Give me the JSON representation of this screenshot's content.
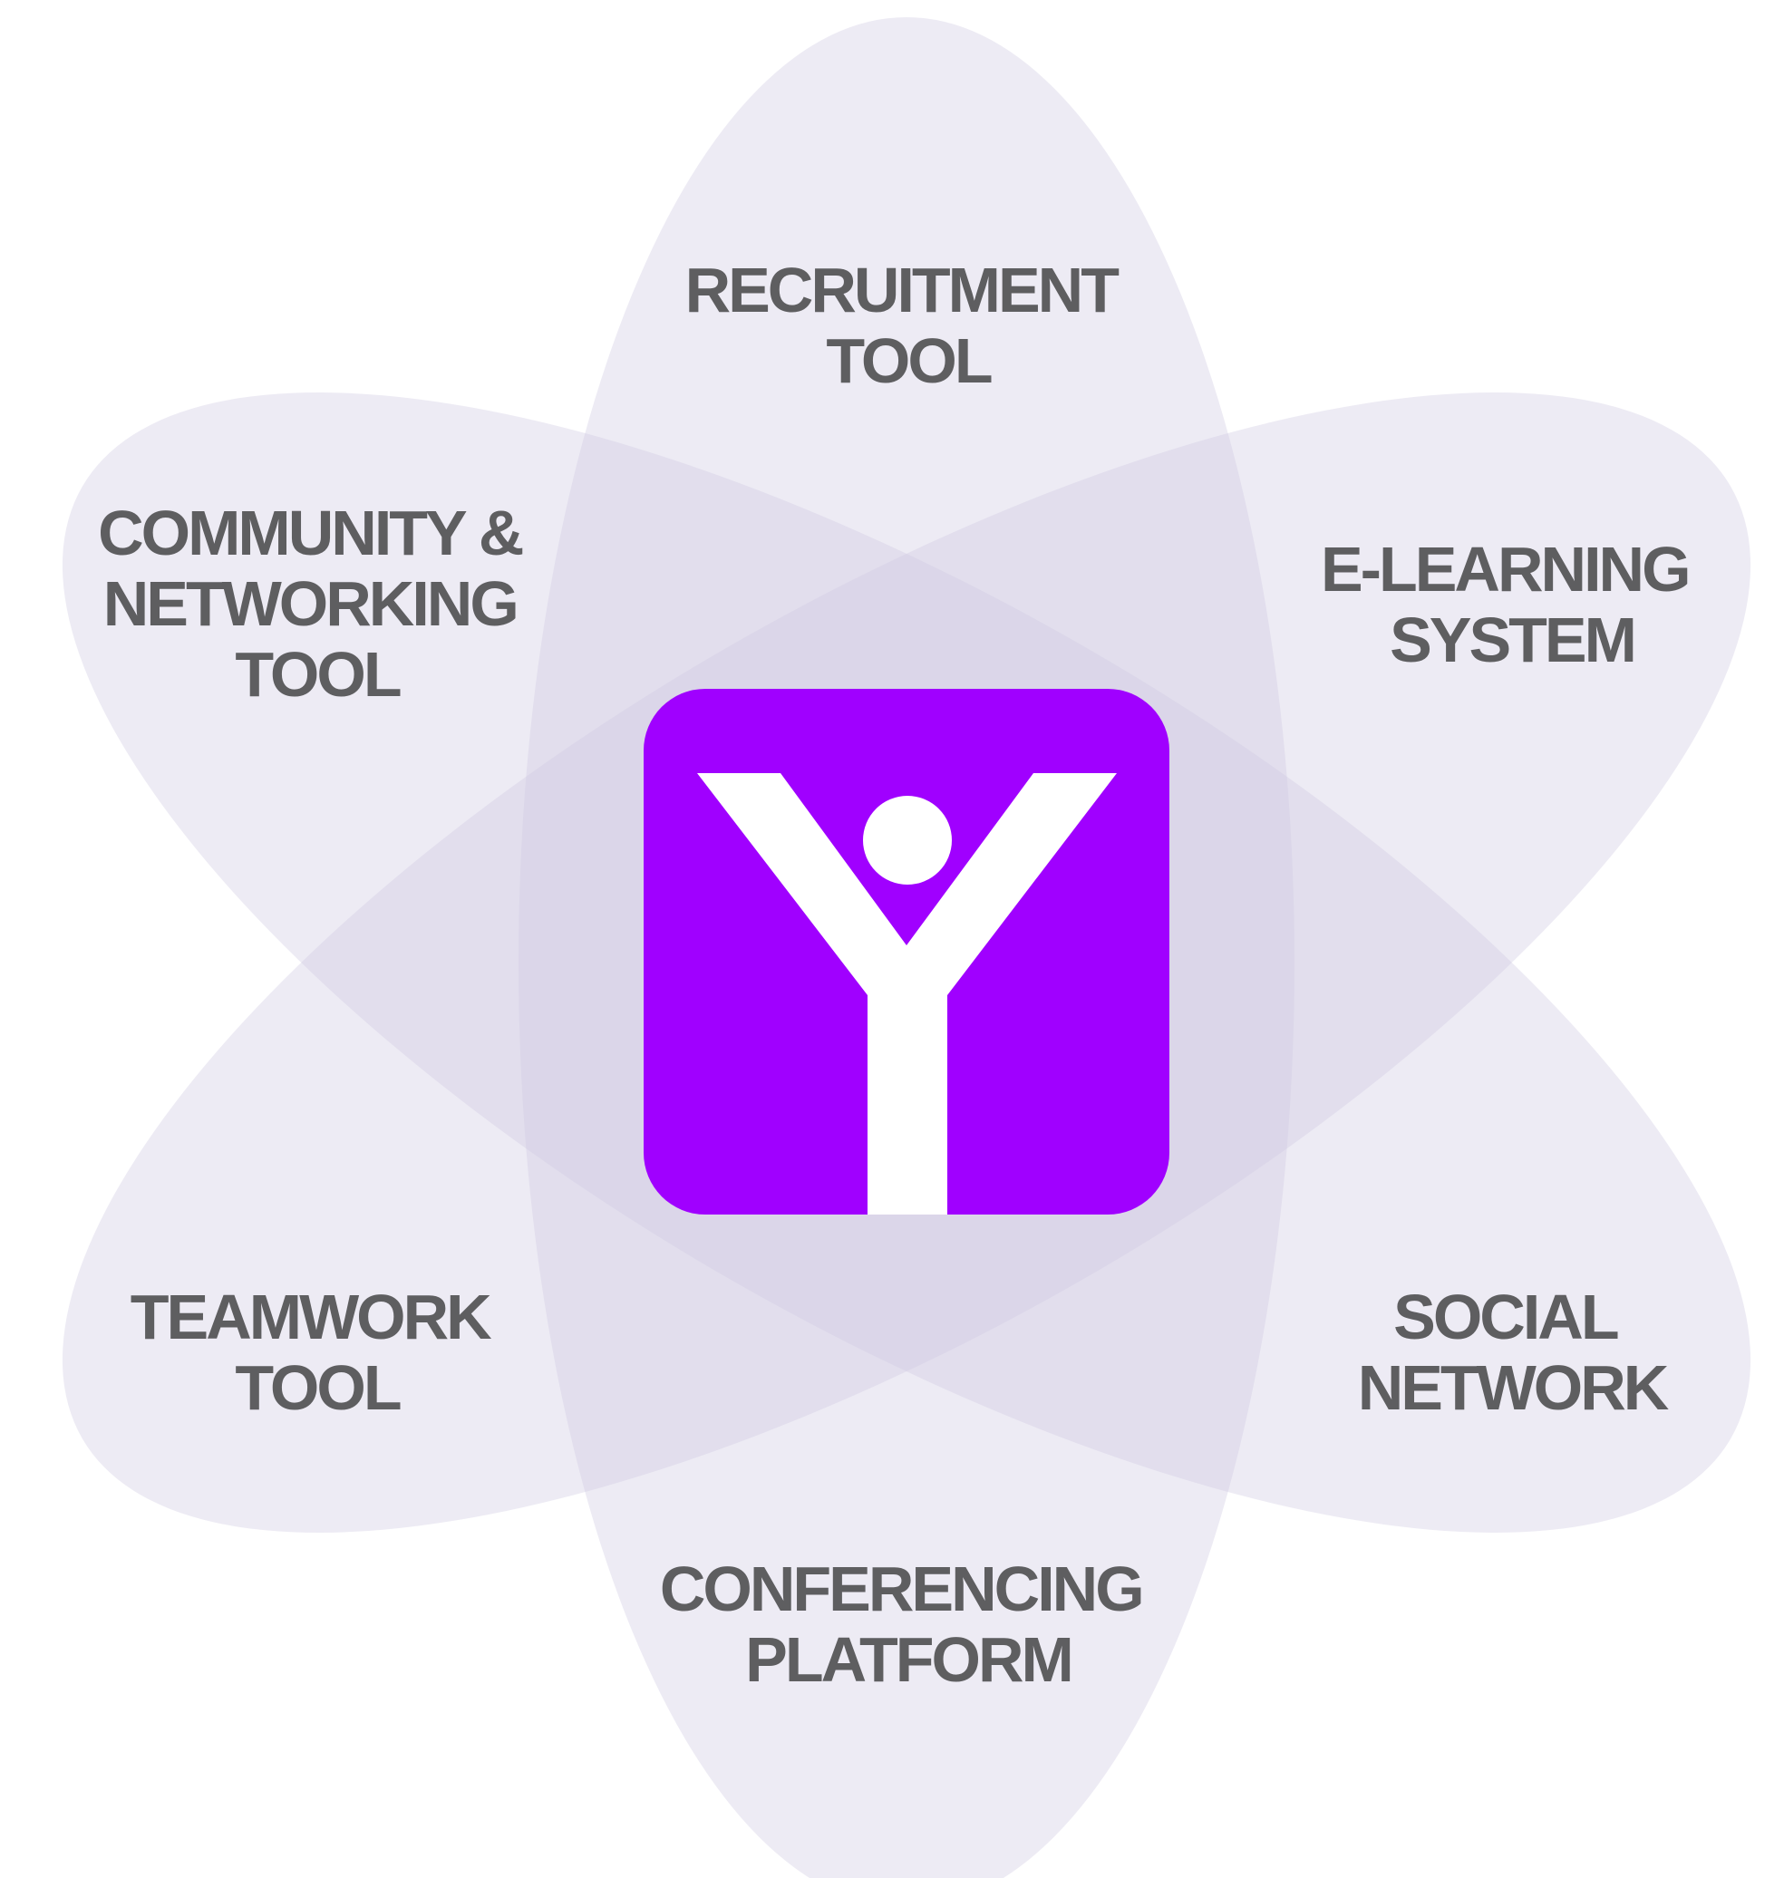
{
  "colors": {
    "petal_fill": "#cfcbe3",
    "label_text": "#5e5e60",
    "logo_background": "#a000ff",
    "logo_figure": "#ffffff",
    "page_background": "#ffffff"
  },
  "center_logo": {
    "icon": "person-arms-raised-logo-icon"
  },
  "petals": {
    "recruitment": {
      "line1": "RECRUITMENT",
      "line2": "TOOL"
    },
    "community": {
      "line1": "COMMUNITY &",
      "line2": "NETWORKING",
      "line3": "TOOL"
    },
    "elearning": {
      "line1": "E-LEARNING",
      "line2": "SYSTEM"
    },
    "teamwork": {
      "line1": "TEAMWORK",
      "line2": "TOOL"
    },
    "social": {
      "line1": "SOCIAL",
      "line2": "NETWORK"
    },
    "conferencing": {
      "line1": "CONFERENCING",
      "line2": "PLATFORM"
    }
  }
}
